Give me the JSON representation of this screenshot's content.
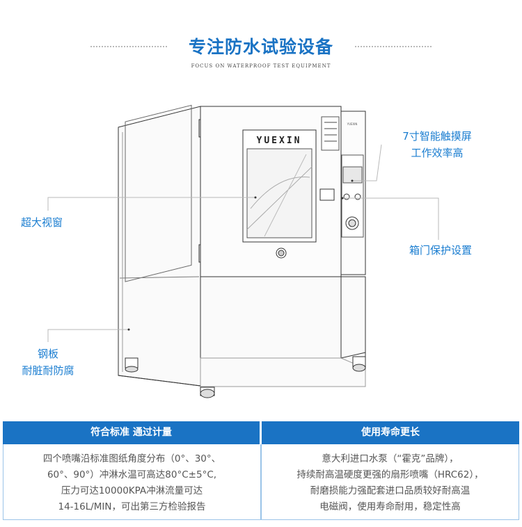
{
  "header": {
    "title": "专注防水试验设备",
    "subtitle": "FOCUS ON WATERPROOF TEST EQUIPMENT"
  },
  "machine": {
    "brand_label": "YUEXIN",
    "panel_brand": "YUEXIN"
  },
  "callouts": {
    "touchscreen": [
      "7寸智能触摸屏",
      "工作效率高"
    ],
    "window": [
      "超大视窗"
    ],
    "door": [
      "箱门保护设置"
    ],
    "steel": [
      "钢板",
      "耐脏耐防腐"
    ]
  },
  "panels": [
    {
      "title": "符合标准 通过计量",
      "lines": [
        "四个喷嘴沿标准图纸角度分布（0°、30°、",
        "60°、90°）冲淋水温可高达80°C±5°C,",
        "压力可达10000KPA冲淋流量可达",
        "14-16L/MIN，可出第三方检验报告"
      ]
    },
    {
      "title": "使用寿命更长",
      "lines": [
        "意大利进口水泵（“霍克”品牌），",
        "持续耐高温硬度更强的扇形喷嘴（HRC62），",
        "耐磨损能力强配套进口品质较好耐高温",
        "电磁阀，使用寿命耐用，稳定性高"
      ]
    }
  ],
  "colors": {
    "accent": "#1a73c4",
    "callout": "#1a7dd0",
    "line": "#b9b9b9"
  }
}
